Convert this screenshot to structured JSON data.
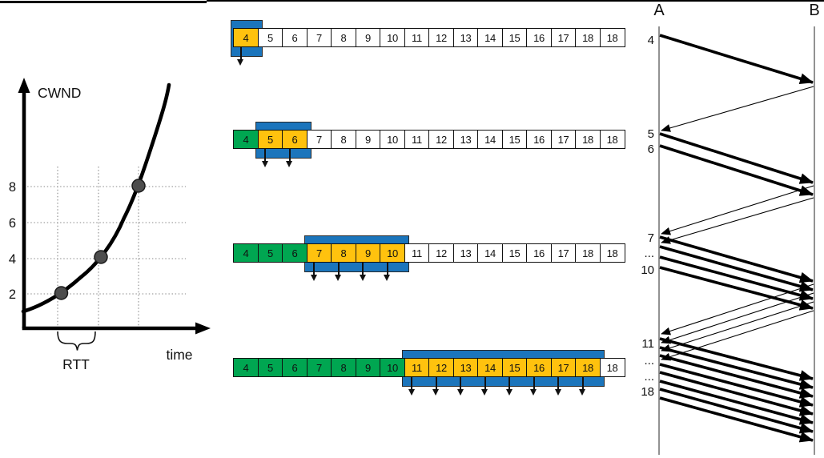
{
  "graph": {
    "axis_label_y": "CWND",
    "axis_label_x": "time",
    "brace_label": "RTT",
    "yticks": [
      {
        "label": "8",
        "y": 233
      },
      {
        "label": "6",
        "y": 278
      },
      {
        "label": "4",
        "y": 323
      },
      {
        "label": "2",
        "y": 367
      }
    ],
    "chart_data": {
      "type": "line",
      "title": "",
      "xlabel": "time",
      "ylabel": "CWND",
      "x_unit": "RTT rounds",
      "points": [
        [
          1,
          2
        ],
        [
          2,
          4
        ],
        [
          3,
          8
        ]
      ],
      "yticks_shown": [
        2,
        4,
        6,
        8
      ],
      "shape": "exponential growth curve, congestion window doubles every RTT",
      "grid": "dotted gridlines at each marked point",
      "annotation": "RTT brace marks interval between first two rounds"
    }
  },
  "windows": {
    "cell_values": [
      "4",
      "5",
      "6",
      "7",
      "8",
      "9",
      "10",
      "11",
      "12",
      "13",
      "14",
      "15",
      "16",
      "17",
      "18",
      "18"
    ],
    "colors": {
      "acked": "#00A651",
      "inflight": "#FFC20E",
      "window_frame": "#1B75BC",
      "unsent": "#FFFFFF"
    },
    "rows": [
      {
        "y": 35,
        "window_start": 0,
        "window_len": 1
      },
      {
        "y": 162,
        "window_start": 1,
        "window_len": 2
      },
      {
        "y": 304,
        "window_start": 3,
        "window_len": 4
      },
      {
        "y": 447,
        "window_start": 7,
        "window_len": 8
      }
    ]
  },
  "sequence": {
    "endpoint_a": "A",
    "endpoint_b": "B",
    "labels": [
      {
        "text": "4",
        "y": 50
      },
      {
        "text": "5",
        "y": 167
      },
      {
        "text": "6",
        "y": 186
      },
      {
        "text": "7",
        "y": 297
      },
      {
        "text": "...",
        "y": 316
      },
      {
        "text": "10",
        "y": 337
      },
      {
        "text": "11",
        "y": 429
      },
      {
        "text": "...",
        "y": 450
      },
      {
        "text": "...",
        "y": 470
      },
      {
        "text": "18",
        "y": 489
      }
    ],
    "data_arrows": [
      [
        44,
        103
      ],
      [
        167,
        228
      ],
      [
        182,
        243
      ],
      [
        296,
        351
      ],
      [
        308,
        362
      ],
      [
        321,
        373
      ],
      [
        334,
        385
      ],
      [
        423,
        473
      ],
      [
        434,
        484
      ],
      [
        444,
        495
      ],
      [
        455,
        506
      ],
      [
        465,
        517
      ],
      [
        476,
        528
      ],
      [
        486,
        539
      ],
      [
        497,
        550
      ]
    ],
    "ack_arrows": [
      [
        108,
        163
      ],
      [
        232,
        292
      ],
      [
        247,
        303
      ],
      [
        355,
        417
      ],
      [
        366,
        428
      ],
      [
        377,
        438
      ],
      [
        388,
        449
      ]
    ]
  }
}
